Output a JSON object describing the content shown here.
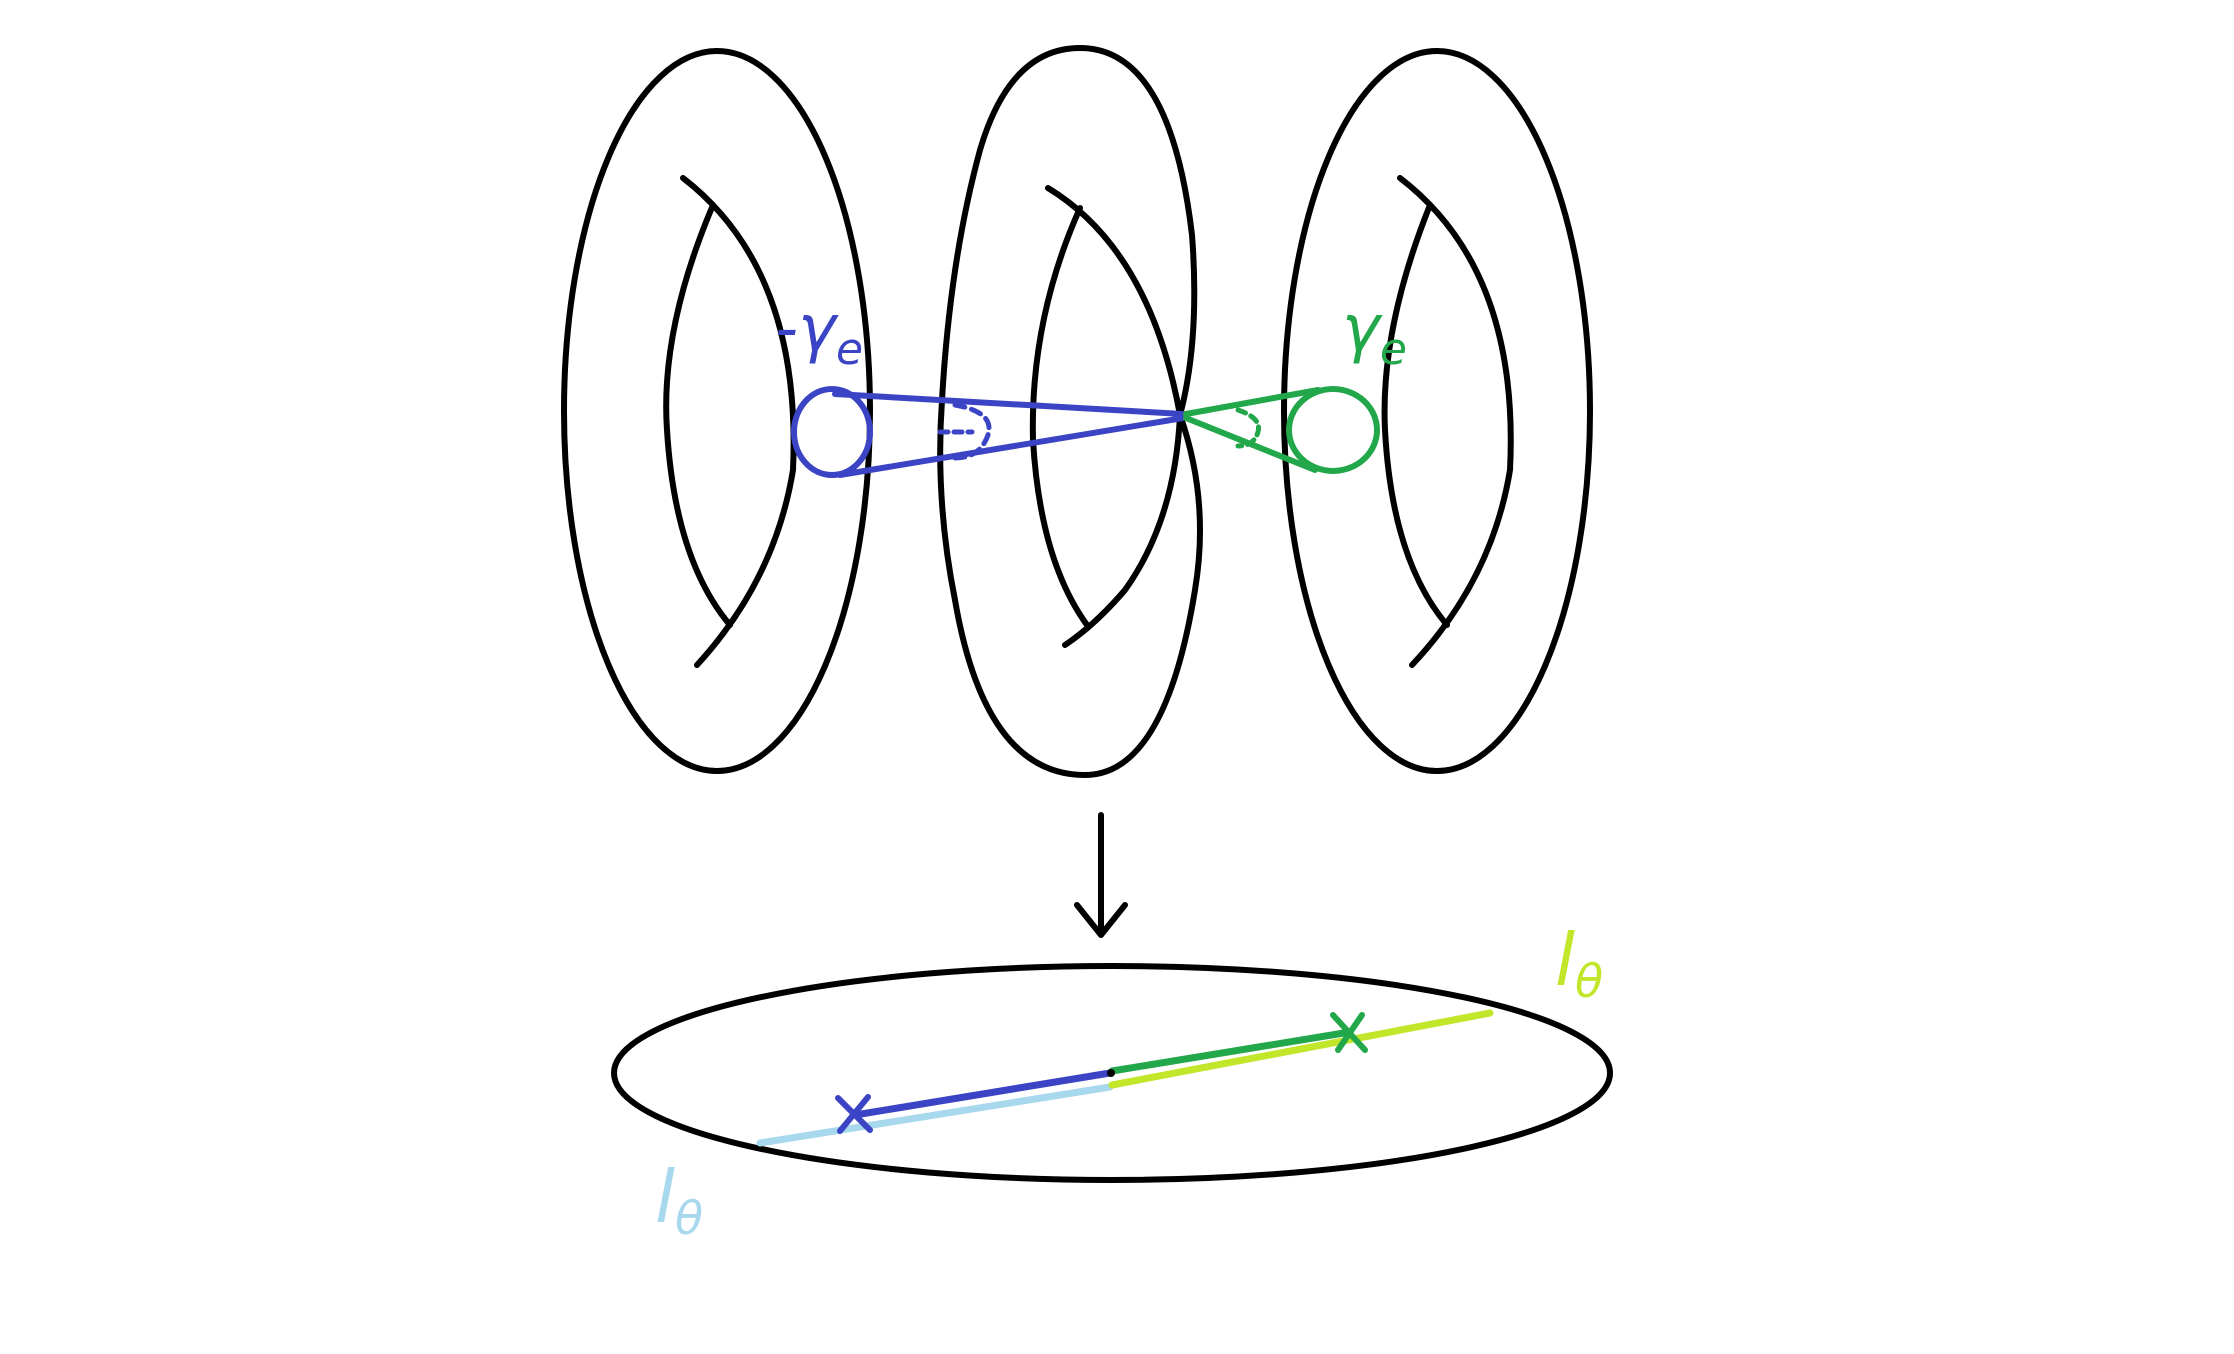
{
  "labels": {
    "minus_gamma_e": "-γ",
    "minus_gamma_e_sub": "e",
    "gamma_e": "γ",
    "gamma_e_sub": "e",
    "l_theta_left": "l",
    "l_theta_left_sub": "θ",
    "l_theta_right": "l",
    "l_theta_right_sub": "θ"
  },
  "colors": {
    "ink": "#000000",
    "blue": "#3b44c4",
    "green": "#22a84a",
    "light_blue": "#a8d8ee",
    "lime": "#c2e62a"
  }
}
